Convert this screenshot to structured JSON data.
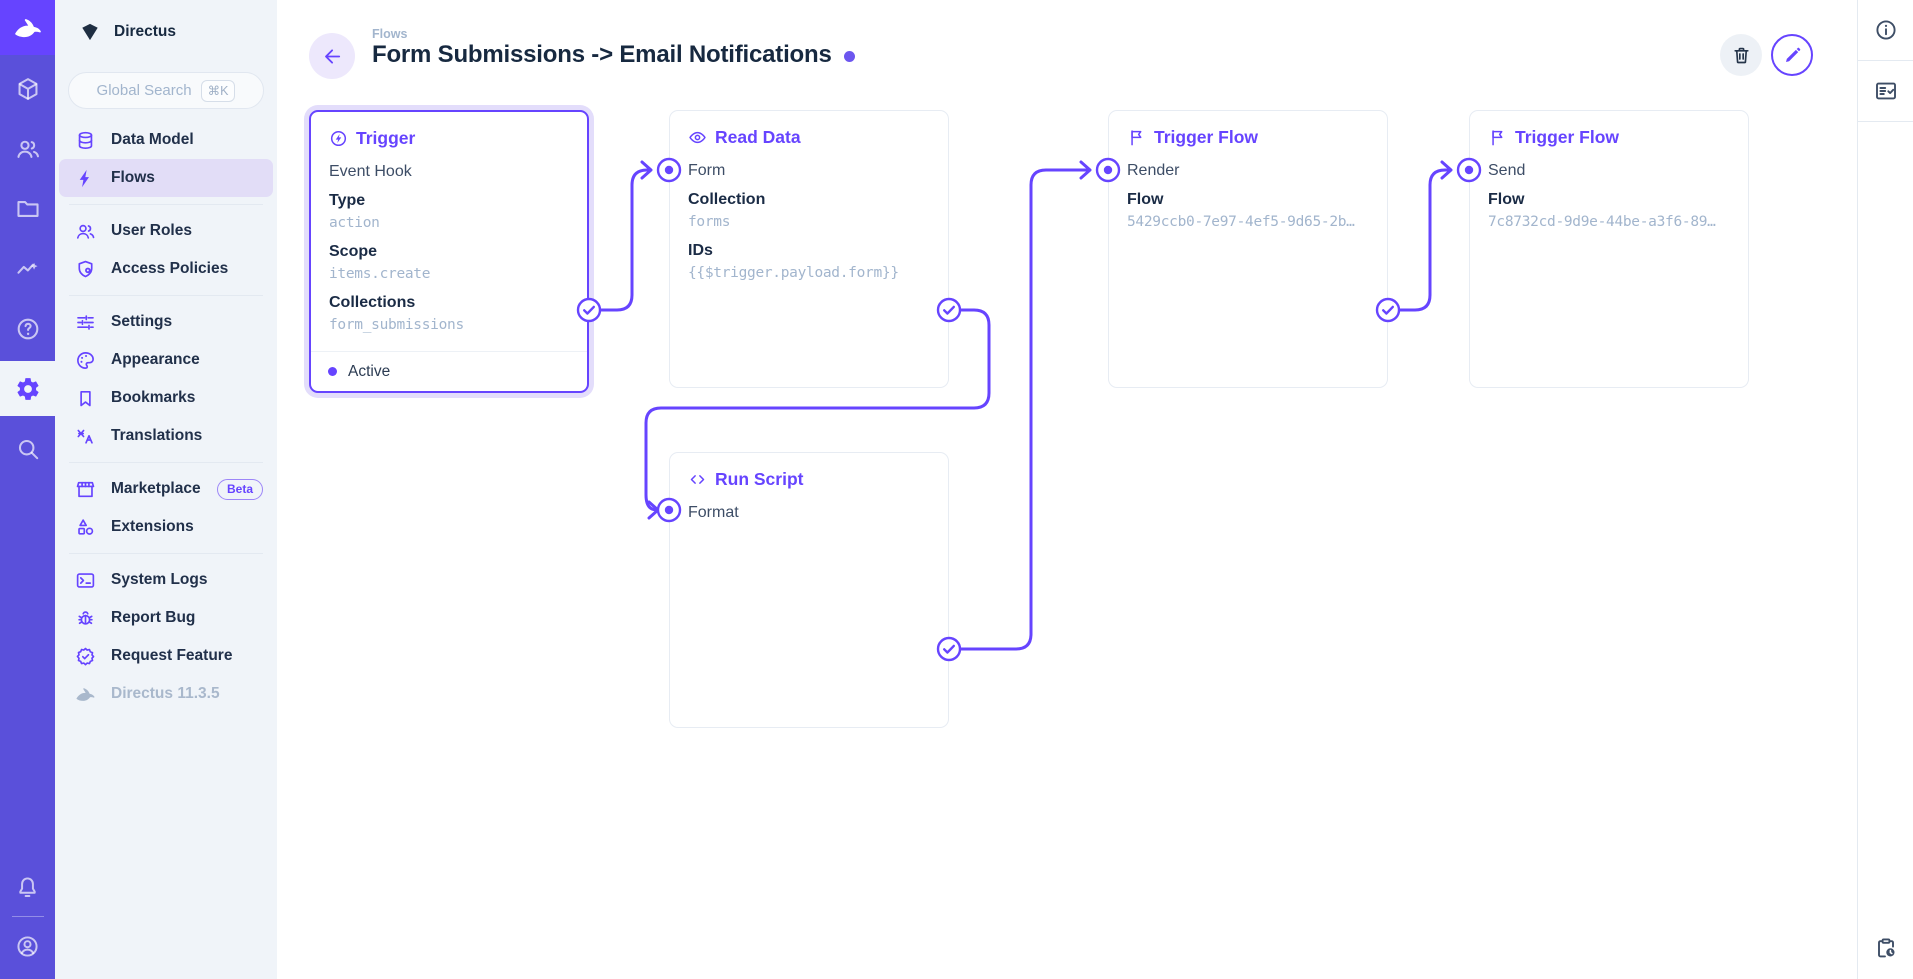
{
  "colors": {
    "accent": "#6644FF",
    "module_bar_bg": "#5A50DA",
    "module_bar_logo_bg": "#6644FF",
    "sidebar_bg": "#F0F4F9",
    "nav_active_bg": "#E2DDF7",
    "text_dark": "#172940",
    "text_muted": "#A2B5CD",
    "card_border": "#E7ECF3"
  },
  "module_bar": {
    "logo_icon": "directus-rabbit",
    "items": [
      {
        "icon": "cube",
        "name": "content-module",
        "active": false
      },
      {
        "icon": "users",
        "name": "user-directory-module",
        "active": false
      },
      {
        "icon": "folder",
        "name": "files-module",
        "active": false
      },
      {
        "icon": "activity",
        "name": "insights-module",
        "active": false
      },
      {
        "icon": "help",
        "name": "docs-module",
        "active": false
      },
      {
        "icon": "gear",
        "name": "settings-module",
        "active": true
      },
      {
        "icon": "search",
        "name": "search-module",
        "active": false
      }
    ],
    "bottom_items": [
      {
        "icon": "bell",
        "name": "notifications-button"
      },
      {
        "icon": "avatar",
        "name": "user-menu-button"
      }
    ]
  },
  "sidebar": {
    "project_name": "Directus",
    "project_icon": "diamond",
    "search_placeholder": "Global Search",
    "search_shortcut": "⌘K",
    "groups": [
      {
        "items": [
          {
            "icon": "database",
            "label": "Data Model"
          },
          {
            "icon": "bolt",
            "label": "Flows",
            "active": true
          }
        ]
      },
      {
        "items": [
          {
            "icon": "users",
            "label": "User Roles"
          },
          {
            "icon": "shield-badge",
            "label": "Access Policies"
          }
        ]
      },
      {
        "items": [
          {
            "icon": "tune",
            "label": "Settings"
          },
          {
            "icon": "palette",
            "label": "Appearance"
          },
          {
            "icon": "bookmark",
            "label": "Bookmarks"
          },
          {
            "icon": "translate",
            "label": "Translations"
          }
        ]
      },
      {
        "items": [
          {
            "icon": "storefront",
            "label": "Marketplace",
            "badge": "Beta"
          },
          {
            "icon": "extension",
            "label": "Extensions"
          }
        ]
      },
      {
        "items": [
          {
            "icon": "terminal",
            "label": "System Logs"
          },
          {
            "icon": "bug",
            "label": "Report Bug"
          },
          {
            "icon": "seal-check",
            "label": "Request Feature"
          },
          {
            "icon": "directus-rabbit",
            "label": "Directus 11.3.5",
            "muted": true
          }
        ]
      }
    ]
  },
  "header": {
    "breadcrumb": "Flows",
    "title": "Form Submissions -> Email Notifications"
  },
  "toolbar": {
    "buttons": [
      {
        "icon": "trash",
        "name": "delete-flow-button",
        "style": "plain"
      },
      {
        "icon": "pencil",
        "name": "edit-flow-button",
        "style": "primary"
      }
    ]
  },
  "flow": {
    "panels": [
      {
        "id": "trigger",
        "icon": "circle-bolt",
        "title": "Trigger",
        "name": "Event Hook",
        "fields": [
          {
            "label": "Type",
            "value": "action"
          },
          {
            "label": "Scope",
            "value": "items.create"
          },
          {
            "label": "Collections",
            "value": "form_submissions"
          }
        ],
        "status": "Active"
      },
      {
        "id": "read-data",
        "icon": "eye",
        "title": "Read Data",
        "name": "Form",
        "fields": [
          {
            "label": "Collection",
            "value": "forms"
          },
          {
            "label": "IDs",
            "value": "{{$trigger.payload.form}}"
          }
        ]
      },
      {
        "id": "trigger-flow-render",
        "icon": "flag",
        "title": "Trigger Flow",
        "name": "Render",
        "fields": [
          {
            "label": "Flow",
            "value": "5429ccb0-7e97-4ef5-9d65-2b…"
          }
        ]
      },
      {
        "id": "trigger-flow-send",
        "icon": "flag",
        "title": "Trigger Flow",
        "name": "Send",
        "fields": [
          {
            "label": "Flow",
            "value": "7c8732cd-9d9e-44be-a3f6-89…"
          }
        ]
      },
      {
        "id": "run-script",
        "icon": "code",
        "title": "Run Script",
        "name": "Format",
        "fields": []
      }
    ]
  },
  "right_panel": {
    "top_icons": [
      {
        "icon": "info",
        "name": "info-sidebar-button"
      },
      {
        "icon": "fact-check",
        "name": "logs-sidebar-button"
      }
    ],
    "bottom_icons": [
      {
        "icon": "clipboard-clock",
        "name": "activity-log-button"
      }
    ]
  }
}
